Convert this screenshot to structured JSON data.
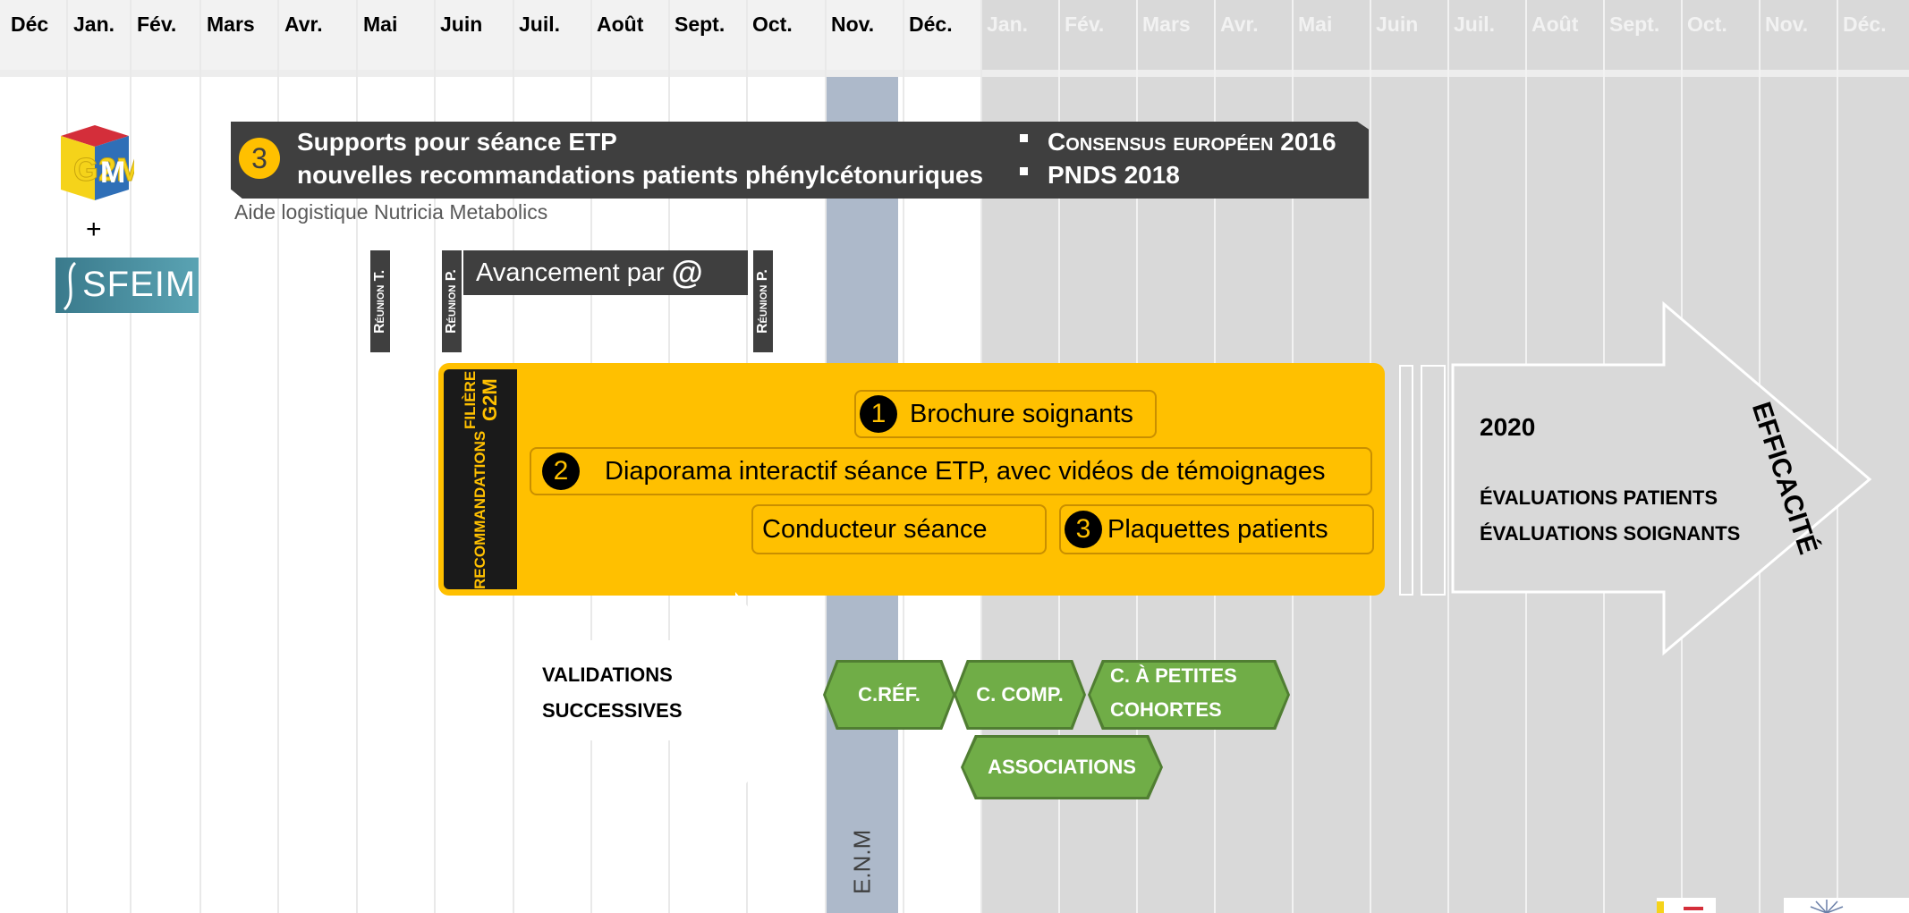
{
  "months": [
    "Déc",
    "Jan.",
    "Fév.",
    "Mars",
    "Avr.",
    "Mai",
    "Juin",
    "Juil.",
    "Août",
    "Sept.",
    "Oct.",
    "Nov.",
    "Déc.",
    "Jan.",
    "Fév.",
    "Mars",
    "Avr.",
    "Mai",
    "Juin",
    "Juil.",
    "Août",
    "Sept.",
    "Oct.",
    "Nov.",
    "Déc."
  ],
  "logos": {
    "plus": "+",
    "sfeim": "SFEIM",
    "g2m": "G2M"
  },
  "project": {
    "number": "3",
    "title_line1": "Supports pour séance ETP",
    "title_line2": "nouvelles recommandations patients phénylcétonuriques",
    "ref1": "Consensus européen 2016",
    "ref2": "PNDS 2018",
    "subtitle": "Aide logistique Nutricia Metabolics"
  },
  "meetings": {
    "reunion_t": "Réunion T.",
    "reunion_p1": "Réunion P.",
    "reunion_p2": "Réunion P."
  },
  "avancement": {
    "text": "Avancement par",
    "symbol": "@"
  },
  "reco": {
    "line1": "Recommandations",
    "line2_prefix": "filière",
    "line2_suffix": "G2M"
  },
  "deliverables": {
    "brochure_num": "1",
    "brochure": "Brochure soignants",
    "diaporama_num": "2",
    "diaporama": "Diaporama interactif séance ETP, avec vidéos de témoignages",
    "conducteur": "Conducteur séance",
    "plaquettes_num": "3",
    "plaquettes": "Plaquettes patients"
  },
  "validation": {
    "line1": "VALIDATIONS",
    "line2": "SUCCESSIVES"
  },
  "committees": {
    "cref": "C.RÉF.",
    "ccomp": "C. COMP.",
    "cpetites_1": "C. À PETITES",
    "cpetites_2": "COHORTES",
    "associations": "ASSOCIATIONS"
  },
  "enm": "E.N.M",
  "outlook": {
    "year": "2020",
    "eval1": "ÉVALUATIONS PATIENTS",
    "eval2": "ÉVALUATIONS SOIGNANTS",
    "efficacite": "EFFICACITÉ"
  },
  "colors": {
    "yellow": "#ffc000",
    "dark": "#3f3f3f",
    "green": "#70ad47",
    "enm_band": "#adb9ca",
    "future_grey": "#d9d9d9"
  }
}
